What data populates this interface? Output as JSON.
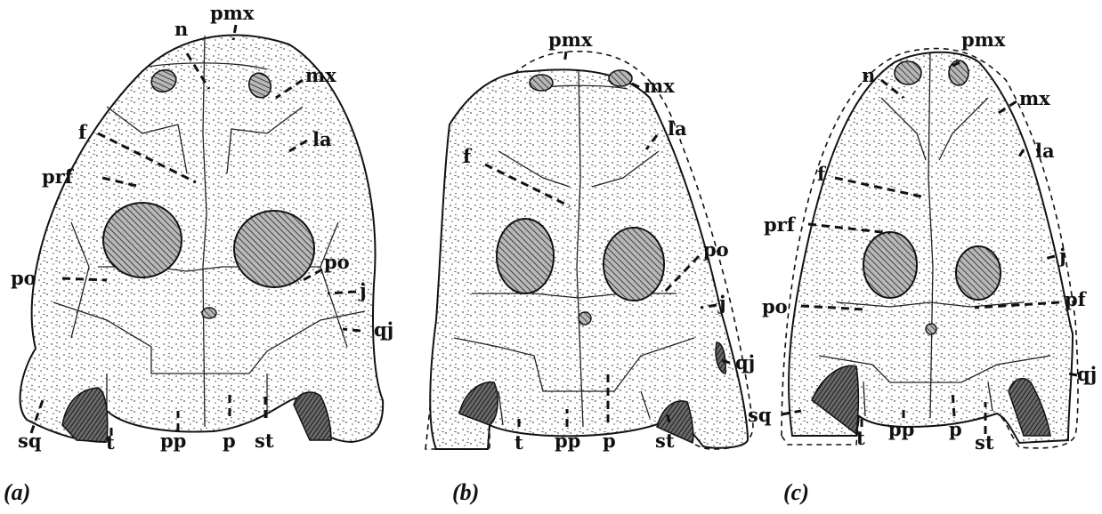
{
  "panels": [
    {
      "id": "a",
      "panel_label": "(a)",
      "labels": {
        "n": "n",
        "pmx": "pmx",
        "mx": "mx",
        "f": "f",
        "la": "la",
        "prf": "prf",
        "po_left": "po",
        "po_right": "po",
        "j": "j",
        "qj": "qj",
        "sq": "sq",
        "t": "t",
        "pp": "pp",
        "p": "p",
        "st": "st"
      }
    },
    {
      "id": "b",
      "panel_label": "(b)",
      "labels": {
        "pmx": "pmx",
        "mx": "mx",
        "la": "la",
        "f": "f",
        "po": "po",
        "j": "j",
        "qj": "qj",
        "t": "t",
        "pp": "pp",
        "p": "p",
        "st": "st"
      }
    },
    {
      "id": "c",
      "panel_label": "(c)",
      "labels": {
        "pmx": "pmx",
        "n": "n",
        "mx": "mx",
        "la": "la",
        "f": "f",
        "prf": "prf",
        "j": "j",
        "po": "po",
        "pf": "pf",
        "qj": "qj",
        "sq": "sq",
        "t": "t",
        "pp": "pp",
        "p": "p",
        "st": "st"
      }
    }
  ],
  "icons": {
    "orbit": "hatched-ellipse",
    "naris": "hatched-ellipse-small",
    "pineal": "hatched-dot",
    "tabular_horn": "striated-horn"
  }
}
